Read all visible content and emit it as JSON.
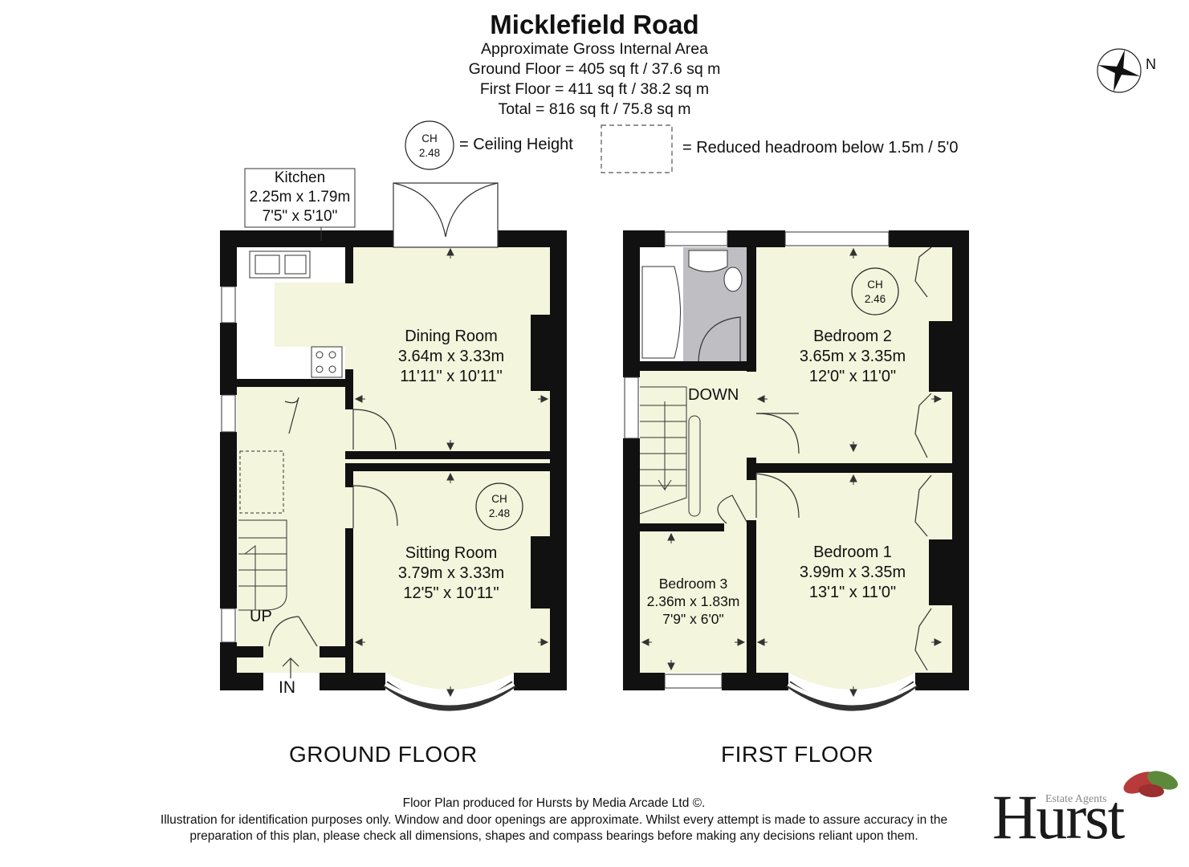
{
  "header": {
    "title": "Micklefield Road",
    "subtitle": "Approximate Gross Internal Area",
    "ground_area": "Ground Floor = 405 sq ft / 37.6 sq m",
    "first_area": "First Floor = 411 sq ft / 38.2 sq m",
    "total_area": "Total = 816 sq ft / 75.8 sq m"
  },
  "legend": {
    "ch_abbr": "CH",
    "ch_value": "2.48",
    "ch_text": "= Ceiling Height",
    "reduced_text": "= Reduced headroom below 1.5m / 5'0"
  },
  "compass": {
    "north": "N"
  },
  "ground_floor": {
    "label": "GROUND FLOOR",
    "kitchen": {
      "name": "Kitchen",
      "metric": "2.25m x 1.79m",
      "imperial": "7'5\" x 5'10\""
    },
    "dining": {
      "name": "Dining Room",
      "metric": "3.64m x 3.33m",
      "imperial": "11'11\" x 10'11\""
    },
    "sitting": {
      "name": "Sitting Room",
      "metric": "3.79m x 3.33m",
      "imperial": "12'5\" x 10'11\""
    },
    "sitting_ch": {
      "abbr": "CH",
      "value": "2.48"
    },
    "stairs": "UP",
    "entrance": "IN"
  },
  "first_floor": {
    "label": "FIRST FLOOR",
    "bedroom2": {
      "name": "Bedroom 2",
      "metric": "3.65m x 3.35m",
      "imperial": "12'0\" x 11'0\""
    },
    "bedroom2_ch": {
      "abbr": "CH",
      "value": "2.46"
    },
    "bedroom1": {
      "name": "Bedroom 1",
      "metric": "3.99m x 3.35m",
      "imperial": "13'1\" x 11'0\""
    },
    "bedroom3": {
      "name": "Bedroom 3",
      "metric": "2.36m x 1.83m",
      "imperial": "7'9\" x 6'0\""
    },
    "stairs": "DOWN"
  },
  "footer": {
    "line1": "Floor Plan produced for Hursts by Media Arcade Ltd ©.",
    "line2": "Illustration for identification purposes only. Window and door openings are approximate. Whilst every attempt is made to assure accuracy in the",
    "line3": "preparation of this plan, please check all dimensions, shapes and compass bearings before making any decisions reliant upon them."
  },
  "logo": {
    "tagline": "Estate Agents",
    "brand": "Hurst"
  },
  "colors": {
    "wall": "#111111",
    "floor": "#f3f5dc",
    "bathroom": "#bfbfc3",
    "leaf_red": "#b83a3a",
    "leaf_green": "#5c8a3a"
  }
}
